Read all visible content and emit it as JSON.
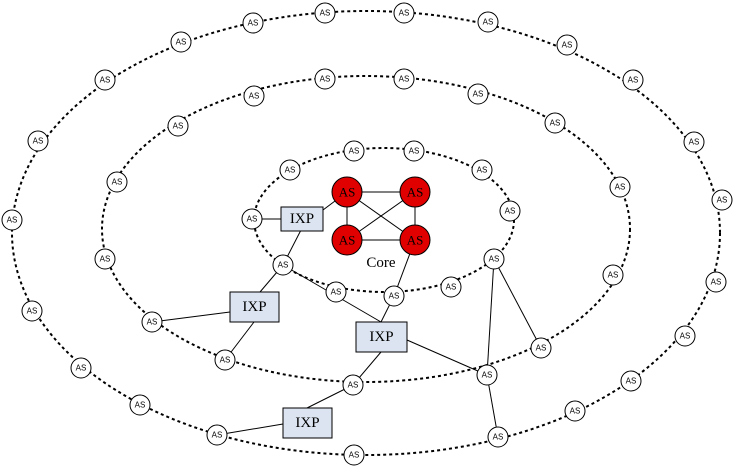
{
  "diagram": {
    "core_label": "Core",
    "node_label": "AS",
    "core_node_label": "AS",
    "ixp_label": "IXP",
    "colors": {
      "core_fill": "#e00000",
      "ixp_fill": "#dbe4f0",
      "node_fill": "#ffffff",
      "line": "#000000"
    }
  }
}
